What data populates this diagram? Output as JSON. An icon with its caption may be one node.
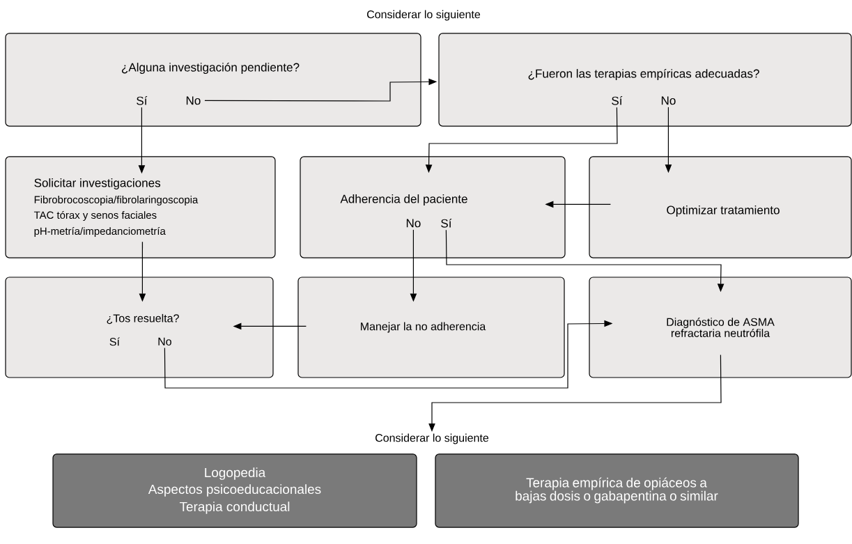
{
  "diagram": {
    "title": "Considerar lo siguiente",
    "nodes": [
      {
        "text": [
          "¿Alguna investigación pendiente?"
        ]
      },
      {
        "text": [
          "Sí"
        ],
        "in": 0
      },
      {
        "text": [
          "No"
        ],
        "in": 0
      },
      {
        "text": [
          "¿Fueron las terapias empíricas adecuadas?"
        ]
      },
      {
        "text": [
          "Sí"
        ],
        "in": 3
      },
      {
        "text": [
          "No"
        ],
        "in": 3
      },
      {
        "text": [
          "Solicitar investigaciones",
          "Fibrobrocoscopia/fibrolaringoscopia",
          "TAC tórax y senos faciales",
          "pH-metría/impedanciometría"
        ]
      },
      {
        "text": [
          "Adherencia del paciente"
        ]
      },
      {
        "text": [
          "No"
        ],
        "in": 7
      },
      {
        "text": [
          "Sí"
        ],
        "in": 7
      },
      {
        "text": [
          "Optimizar tratamiento"
        ]
      },
      {
        "text": [
          "¿Tos resuelta?"
        ]
      },
      {
        "text": [
          "Sí"
        ],
        "in": 11
      },
      {
        "text": [
          "No"
        ],
        "in": 11
      },
      {
        "text": [
          "Manejar la no adherencia"
        ]
      },
      {
        "text": [
          "Diagnóstico de ASMA refractaria neutrófila"
        ]
      },
      {
        "text": [
          "Considerar lo siguiente"
        ]
      },
      {
        "text": [
          "Logopedia",
          "Aspectos psicoeducacionales",
          "Terapia conductual"
        ]
      },
      {
        "text": [
          "Terapia empírica de opiáceos a bajas dosis o gabapentina o similar"
        ]
      }
    ],
    "edges": [
      {
        "from": 2,
        "to": 3,
        "arrow": "to"
      },
      {
        "from": 1,
        "to": 6,
        "arrow": "to"
      },
      {
        "from": 4,
        "to": 7,
        "arrow": "to"
      },
      {
        "from": 5,
        "to": 10,
        "arrow": "to"
      },
      {
        "from": 10,
        "to": 7,
        "arrow": "to"
      },
      {
        "from": 6,
        "to": 11,
        "arrow": "to"
      },
      {
        "from": 8,
        "to": 14,
        "arrow": "to"
      },
      {
        "from": 9,
        "to": 15,
        "arrow": "to"
      },
      {
        "from": 14,
        "to": 11,
        "arrow": "to"
      },
      {
        "from": 13,
        "to": 15,
        "arrow": "to"
      },
      {
        "from": 15,
        "to": 16,
        "arrow": "to"
      }
    ]
  }
}
